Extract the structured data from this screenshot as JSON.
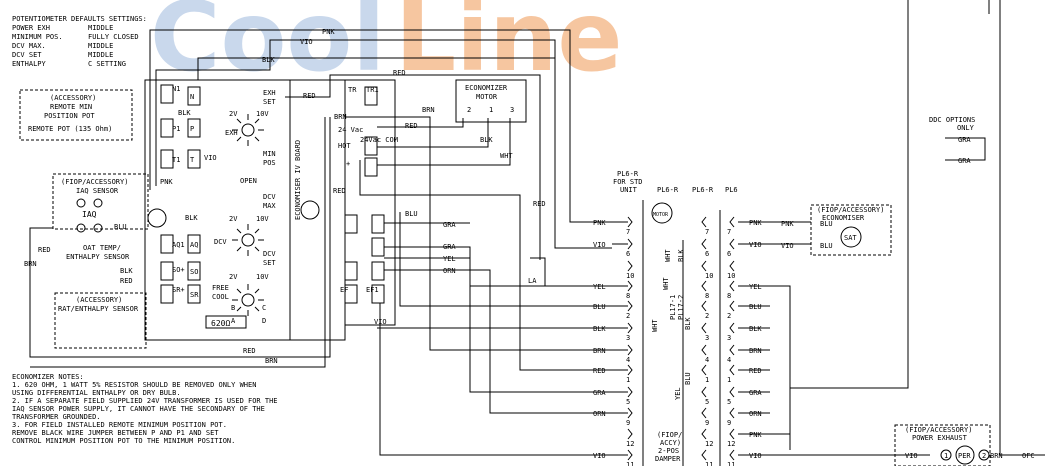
{
  "watermark": {
    "part1": "Cool",
    "part2": "Line",
    "color1": "#c9d8ec",
    "color2": "#f6c6a0"
  },
  "colors": {
    "line": "#000000",
    "background": "#ffffff"
  },
  "defaults": {
    "title": "POTENTIOMETER DEFAULTS SETTINGS:",
    "rows": [
      {
        "k": "POWER EXH",
        "v": "MIDDLE"
      },
      {
        "k": "MINIMUM POS.",
        "v": "FULLY CLOSED"
      },
      {
        "k": "DCV MAX.",
        "v": "MIDDLE"
      },
      {
        "k": "DCV SET",
        "v": "MIDDLE"
      },
      {
        "k": "ENTHALPY",
        "v": "C SETTING"
      }
    ]
  },
  "remote_pot": {
    "box": [
      "(ACCESSORY)",
      "REMOTE MIN",
      "POSITION POT"
    ],
    "label": "REMOTE POT (135 Ohm)"
  },
  "iaq": {
    "box": [
      "(FIOP/ACCESSORY)",
      "IAQ SENSOR"
    ],
    "label": "IAQ"
  },
  "oat": [
    "OAT TEMP/",
    "ENTHALPY SENSOR"
  ],
  "rat": [
    "(ACCESSORY)",
    "RAT/ENTHALPY SENSOR"
  ],
  "board": {
    "title": "ECONOMISER IV BOARD",
    "resistor": "620Ω"
  },
  "knobs": {
    "exh": {
      "name": "EXH",
      "set": "SET",
      "lo": "2V",
      "hi": "10V"
    },
    "min": {
      "name": "MIN",
      "pos": "POS",
      "open": "OPEN"
    },
    "dcv": {
      "name": "DCV",
      "max": "MAX",
      "set": "SET",
      "lo": "2V",
      "hi": "10V"
    },
    "free": {
      "name": "FREE",
      "cool": "COOL",
      "a": "A",
      "b": "B",
      "c": "C",
      "d": "D"
    }
  },
  "board_terms": {
    "n1": "N1",
    "n": "N",
    "p1": "P1",
    "p": "P",
    "t1": "T1",
    "t": "T",
    "aq1": "AQ1",
    "aq": "AQ",
    "so_plus": "SO+",
    "so": "SO",
    "sr_plus": "SR+",
    "sr": "SR",
    "tr": "TR",
    "tr1": "TR1",
    "v24": "24 Vac",
    "hot": "HOT",
    "v24com": "24Vac COM",
    "ef": "EF",
    "ef1": "EF1",
    "plus": "+"
  },
  "motor": {
    "title": [
      "ECONOMIZER",
      "MOTOR"
    ],
    "terms": [
      "2",
      "1",
      "3"
    ]
  },
  "wires": {
    "pnk": "PNK",
    "vio": "VIO",
    "blk": "BLK",
    "red": "RED",
    "brn": "BRN",
    "blu": "BLU",
    "gra": "GRA",
    "yel": "YEL",
    "orn": "ORN",
    "wht": "WHT",
    "la": "LA"
  },
  "pl6_std": {
    "title": [
      "PL6-R",
      "FOR STD",
      "UNIT"
    ],
    "rows": [
      {
        "w": "PNK",
        "n": "7"
      },
      {
        "w": "VIO",
        "n": "6"
      },
      {
        "w": "",
        "n": "10"
      },
      {
        "w": "YEL",
        "n": "8"
      },
      {
        "w": "BLU",
        "n": "2"
      },
      {
        "w": "BLK",
        "n": "3"
      },
      {
        "w": "BRN",
        "n": "4"
      },
      {
        "w": "RED",
        "n": "1"
      },
      {
        "w": "GRA",
        "n": "5"
      },
      {
        "w": "ORN",
        "n": "9"
      },
      {
        "w": "",
        "n": "12"
      },
      {
        "w": "VIO",
        "n": "11"
      }
    ]
  },
  "damper": {
    "title": [
      "(FIOP/",
      "ACCY)",
      "2-POS",
      "DAMPER"
    ],
    "motor": "MOTOR"
  },
  "pl6_col": {
    "h1": "PL6-R",
    "h2": "PL6-R",
    "h3": "PL6",
    "left_nums": [
      "7",
      "6",
      "10",
      "8",
      "2",
      "3",
      "4",
      "1",
      "5",
      "9",
      "12",
      "11"
    ],
    "right_rows": [
      {
        "n": "7",
        "w": "PNK"
      },
      {
        "n": "6",
        "w": "VIO"
      },
      {
        "n": "10",
        "w": ""
      },
      {
        "n": "8",
        "w": "YEL"
      },
      {
        "n": "2",
        "w": "BLU"
      },
      {
        "n": "3",
        "w": "BLK"
      },
      {
        "n": "4",
        "w": "BRN"
      },
      {
        "n": "1",
        "w": "RED"
      },
      {
        "n": "5",
        "w": "GRA"
      },
      {
        "n": "9",
        "w": "ORN"
      },
      {
        "n": "12",
        "w": "PNK"
      },
      {
        "n": "11",
        "w": "VIO"
      }
    ],
    "pl17": [
      "PL17-1",
      "PL17-2"
    ]
  },
  "econ_box": {
    "box": [
      "(FIOP/ACCESSORY)",
      "ECONOMISER"
    ],
    "sat": "SAT"
  },
  "ddc": {
    "title": [
      "DDC OPTIONS",
      "ONLY"
    ]
  },
  "pe_box": {
    "box": [
      "(FIOP/ACCESSORY)",
      "POWER EXHAUST"
    ],
    "per": "PER",
    "c1": "1",
    "c2": "2",
    "ofc": "OFC"
  },
  "notes": {
    "title": "ECONOMIZER NOTES:",
    "lines": [
      "1. 620 OHM, 1 WATT 5% RESISTOR SHOULD BE REMOVED ONLY WHEN",
      "USING DIFFERENTIAL ENTHALPY OR DRY BULB.",
      "2. IF A SEPARATE FIELD SUPPLIED 24V TRANSFORMER IS USED FOR THE",
      "IAQ SENSOR POWER SUPPLY, IT CANNOT HAVE THE SECONDARY OF THE",
      "TRANSFORMER GROUNDED.",
      "3. FOR FIELD INSTALLED REMOTE MINIMUM POSITION POT.",
      "REMOVE BLACK WIRE JUMPER BETWEEN P AND P1 AND SET",
      "CONTROL MINIMUM POSITION POT TO THE MINIMUM POSITION."
    ]
  }
}
